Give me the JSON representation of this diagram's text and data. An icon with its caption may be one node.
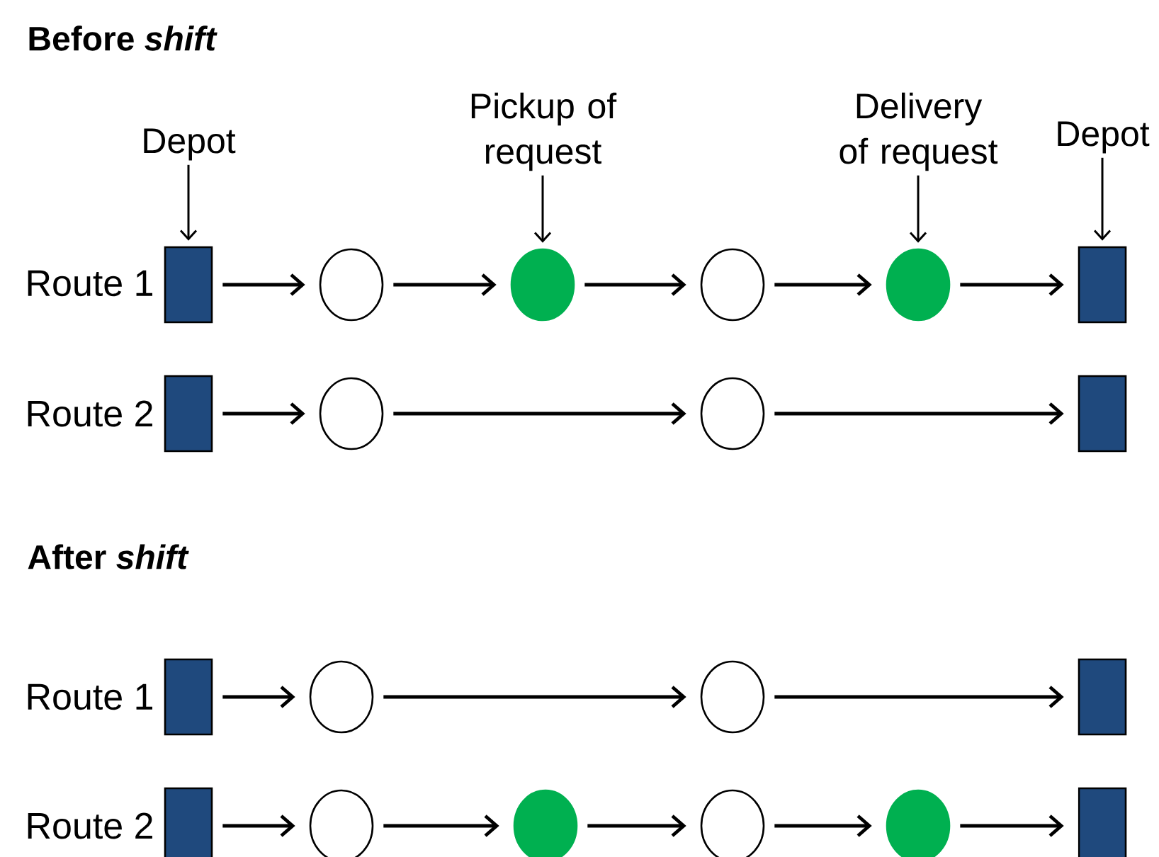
{
  "diagram": {
    "nodes": [
      {
        "text": [
          "Depot"
        ]
      },
      {
        "text": [
          "Pickup of request"
        ]
      },
      {
        "text": [
          "Delivery of request"
        ]
      },
      {
        "text": [
          "Depot"
        ]
      },
      {
        "text": [],
        "shape": "box"
      },
      {
        "text": [],
        "shape": "circle"
      },
      {
        "text": [],
        "shape": "dot"
      },
      {
        "text": [],
        "shape": "circle"
      },
      {
        "text": [],
        "shape": "dot"
      },
      {
        "text": [],
        "shape": "box"
      },
      {
        "text": [],
        "shape": "box"
      },
      {
        "text": [],
        "shape": "circle"
      },
      {
        "text": [],
        "shape": "circle"
      },
      {
        "text": [],
        "shape": "box"
      },
      {
        "text": [],
        "shape": "box"
      },
      {
        "text": [],
        "shape": "circle"
      },
      {
        "text": [],
        "shape": "circle"
      },
      {
        "text": [],
        "shape": "box"
      },
      {
        "text": [],
        "shape": "box"
      },
      {
        "text": [],
        "shape": "circle"
      },
      {
        "text": [],
        "shape": "dot"
      },
      {
        "text": [],
        "shape": "circle"
      },
      {
        "text": [],
        "shape": "dot"
      },
      {
        "text": [],
        "shape": "box"
      }
    ],
    "edges": [
      {
        "from": 0,
        "to": 4,
        "arrow": "to"
      },
      {
        "from": 1,
        "to": 6,
        "arrow": "to"
      },
      {
        "from": 2,
        "to": 8,
        "arrow": "to"
      },
      {
        "from": 3,
        "to": 9,
        "arrow": "to"
      },
      {
        "from": 4,
        "to": 5,
        "arrow": "to"
      },
      {
        "from": 5,
        "to": 6,
        "arrow": "to"
      },
      {
        "from": 6,
        "to": 7,
        "arrow": "to"
      },
      {
        "from": 7,
        "to": 8,
        "arrow": "to"
      },
      {
        "from": 8,
        "to": 9,
        "arrow": "to"
      },
      {
        "from": 10,
        "to": 11,
        "arrow": "to"
      },
      {
        "from": 11,
        "to": 12,
        "arrow": "to"
      },
      {
        "from": 12,
        "to": 13,
        "arrow": "to"
      },
      {
        "from": 14,
        "to": 15,
        "arrow": "to"
      },
      {
        "from": 15,
        "to": 16,
        "arrow": "to"
      },
      {
        "from": 16,
        "to": 17,
        "arrow": "to"
      },
      {
        "from": 18,
        "to": 19,
        "arrow": "to"
      },
      {
        "from": 19,
        "to": 20,
        "arrow": "to"
      },
      {
        "from": 20,
        "to": 21,
        "arrow": "to"
      },
      {
        "from": 21,
        "to": 22,
        "arrow": "to"
      },
      {
        "from": 22,
        "to": 23,
        "arrow": "to"
      }
    ],
    "labels": [
      "Before *shift*",
      "Route 1",
      "Route 2",
      "After *shift*",
      "Route 1",
      "Route 2"
    ]
  }
}
